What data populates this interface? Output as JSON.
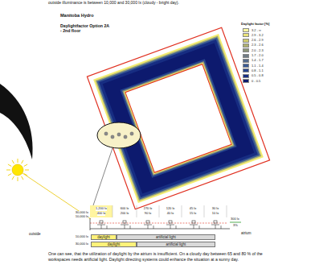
{
  "diagram": {
    "title": "Manitoba Hydro",
    "caption": "One can see, that the utilization of daylight by the atrium is insufficient. On a cloudy day between 65 and 80 % of the workspaces needs artificial light. Daylight directing systems could enhance the situation at a sunny day.",
    "nodes": [
      {
        "text": [
          "daylight"
        ]
      },
      {
        "text": [
          "artificial light"
        ]
      },
      {
        "text": [
          "daylight"
        ]
      },
      {
        "text": [
          "artificial light"
        ]
      }
    ],
    "labels": [
      "outside illuminance is between 10,000 and 30,000 lx (cloudy - bright day).",
      "Daylightfactor Option 2A - 2nd floor",
      "Daylight factor [%]",
      "30,000 lx",
      "10,000 lx",
      "1,200 lx",
      "400 lx",
      "600 lx",
      "200 lx",
      "270 lx",
      "90 lx",
      "120 lx",
      "40 lx",
      "45 lx",
      "15 lx",
      "30 lx",
      "10 lx",
      "300 lx",
      "3%",
      "outside",
      "atrium",
      "10,000 lx",
      "30,000 lx"
    ],
    "legend": [
      {
        "text": "3.2 - ∞",
        "color": "#fbf7a0"
      },
      {
        "text": "2.9 - 3.2",
        "color": "#e9e27a"
      },
      {
        "text": "2.6 - 2.9",
        "color": "#cfca6e"
      },
      {
        "text": "2.3 - 2.6",
        "color": "#aeb070"
      },
      {
        "text": "2.0 - 2.3",
        "color": "#8c9478"
      },
      {
        "text": "1.7 - 2.0",
        "color": "#707c84"
      },
      {
        "text": "1.4 - 1.7",
        "color": "#536a8c"
      },
      {
        "text": "1.1 - 1.4",
        "color": "#3a5a94"
      },
      {
        "text": "0.8 - 1.1",
        "color": "#26448e"
      },
      {
        "text": "0.5 - 0.8",
        "color": "#172d82"
      },
      {
        "text": "0 - 0.5",
        "color": "#0d1a6e"
      }
    ]
  }
}
